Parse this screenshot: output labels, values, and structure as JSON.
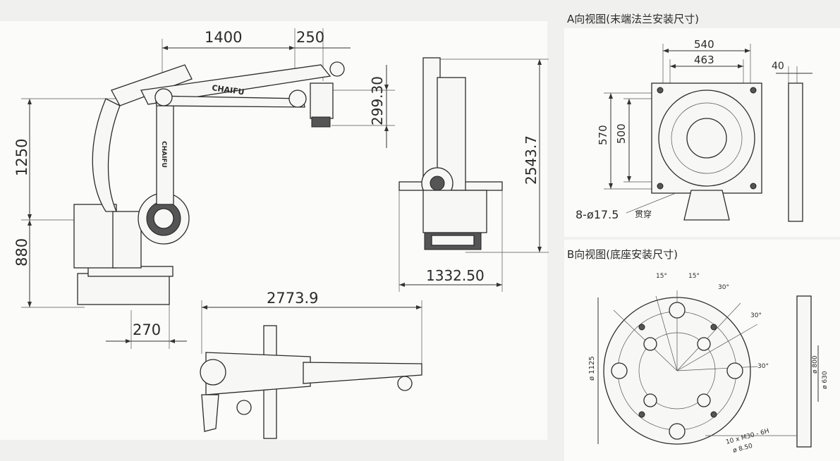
{
  "side_view": {
    "dim_reach": "1400",
    "dim_wrist_offset": "250",
    "dim_wrist_height": "299.30",
    "dim_upper_height": "1250",
    "dim_base_height": "880",
    "dim_base_offset": "270",
    "brand_mark": "CHAIFU"
  },
  "front_view": {
    "dim_total_height": "2543.7",
    "dim_width": "1332.50"
  },
  "top_view": {
    "dim_total_length": "2773.9"
  },
  "view_a": {
    "title": "A向视图(末端法兰安装尺寸)",
    "dim_outer_width": "540",
    "dim_inner_width": "463",
    "dim_thickness": "40",
    "dim_outer_height": "570",
    "dim_inner_height": "500",
    "hole_callout": "8-ø17.5",
    "hole_note": "贯穿"
  },
  "view_b": {
    "title": "B向视图(底座安装尺寸)",
    "angles": [
      "15°",
      "15°",
      "30°",
      "30°",
      "30°"
    ],
    "dim_outer_diameter": "ø 1125",
    "dim_side_a": "ø 630",
    "dim_side_b": "ø 800",
    "thread_callout": "10 x M30 - 6H",
    "hole_callout": "ø 8.50"
  }
}
